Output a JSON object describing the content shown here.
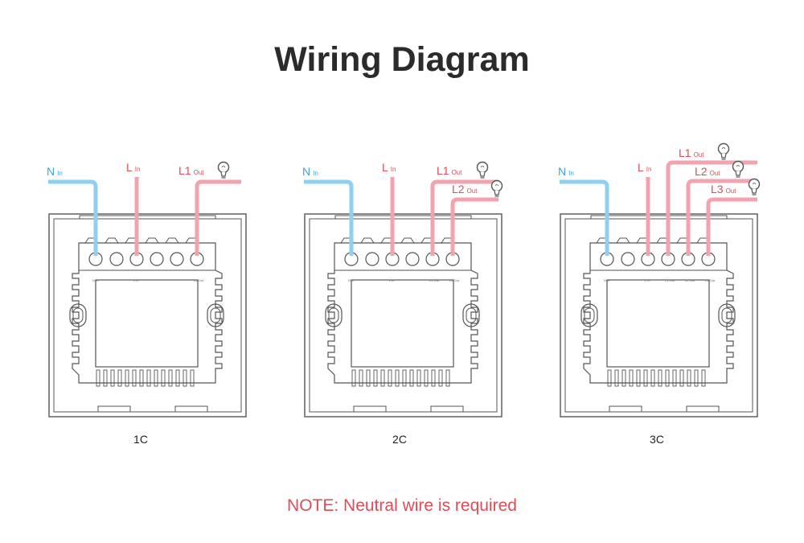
{
  "title": "Wiring Diagram",
  "note": "NOTE: Neutral wire is required",
  "colors": {
    "neutral_wire": "#8fd0ee",
    "live_wire": "#f2a3b0",
    "neutral_label": "#3fa2df",
    "live_label": "#e24b55",
    "outline": "#555555",
    "note": "#e24b55"
  },
  "panels": [
    {
      "caption": "1C",
      "labels": {
        "n_in": [
          "N",
          "In"
        ],
        "l_in": [
          "L",
          "In"
        ],
        "outs": [
          [
            "L1",
            "Out"
          ]
        ]
      },
      "terminal_labels": [
        "N In",
        "L In",
        "",
        "",
        "L1 Out"
      ]
    },
    {
      "caption": "2C",
      "labels": {
        "n_in": [
          "N",
          "In"
        ],
        "l_in": [
          "L",
          "In"
        ],
        "outs": [
          [
            "L1",
            "Out"
          ],
          [
            "L2",
            "Out"
          ]
        ]
      },
      "terminal_labels": [
        "N In",
        "L In",
        "",
        "L1 Out",
        "L2 Out"
      ]
    },
    {
      "caption": "3C",
      "labels": {
        "n_in": [
          "N",
          "In"
        ],
        "l_in": [
          "L",
          "In"
        ],
        "outs": [
          [
            "L1",
            "Out"
          ],
          [
            "L2",
            "Out"
          ],
          [
            "L3",
            "Out"
          ]
        ]
      },
      "terminal_labels": [
        "N In",
        "L In",
        "L1 Out",
        "L2 Out",
        "L3 Out"
      ]
    }
  ],
  "icons": [
    "bulb-icon"
  ]
}
